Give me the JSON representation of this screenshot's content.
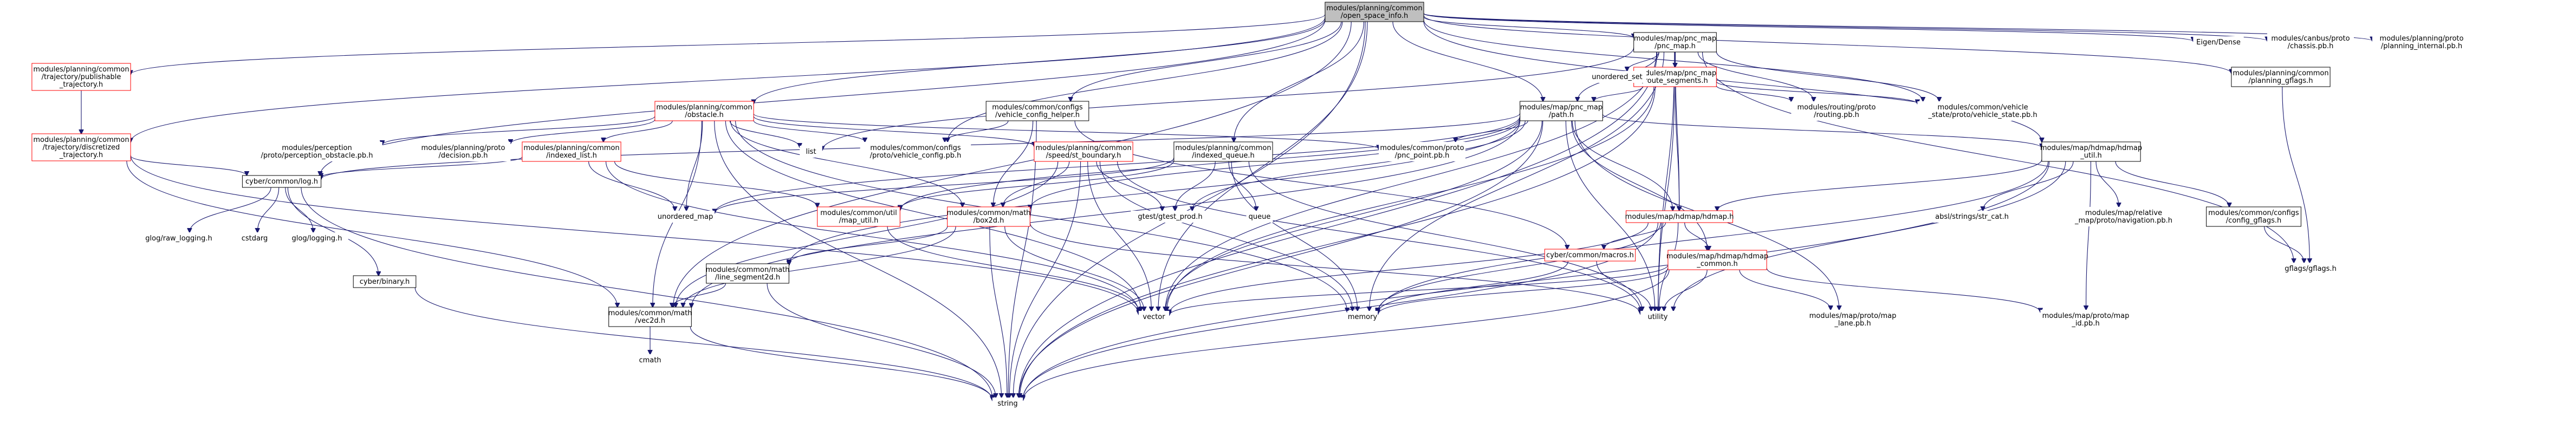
{
  "colors": {
    "edge": "#191970",
    "box_stroke": "#000000",
    "box_red": "#ff0000",
    "root_fill": "#bfbfbf",
    "fill": "#ffffff"
  },
  "nodes": [
    {
      "id": "root",
      "lines": [
        "modules/planning/common",
        "/open_space_info.h"
      ],
      "style": "root"
    },
    {
      "id": "pubtraj",
      "lines": [
        "modules/planning/common",
        "/trajectory/publishable",
        "_trajectory.h"
      ],
      "style": "red"
    },
    {
      "id": "disctraj",
      "lines": [
        "modules/planning/common",
        "/trajectory/discretized",
        "_trajectory.h"
      ],
      "style": "red"
    },
    {
      "id": "obstacle",
      "lines": [
        "modules/planning/common",
        "/obstacle.h"
      ],
      "style": "red"
    },
    {
      "id": "vehcfghelper",
      "lines": [
        "modules/common/configs",
        "/vehicle_config_helper.h"
      ],
      "style": "black"
    },
    {
      "id": "indexedqueue",
      "lines": [
        "modules/planning/common",
        "/indexed_queue.h"
      ],
      "style": "black"
    },
    {
      "id": "pncmap",
      "lines": [
        "modules/map/pnc_map",
        "/pnc_map.h"
      ],
      "style": "black"
    },
    {
      "id": "routeseg",
      "lines": [
        "modules/map/pnc_map",
        "/route_segments.h"
      ],
      "style": "red"
    },
    {
      "id": "pathh",
      "lines": [
        "modules/map/pnc_map",
        "/path.h"
      ],
      "style": "black"
    },
    {
      "id": "pgflags",
      "lines": [
        "modules/planning/common",
        "/planning_gflags.h"
      ],
      "style": "black"
    },
    {
      "id": "eigen",
      "lines": [
        "Eigen/Dense"
      ],
      "style": "none"
    },
    {
      "id": "chassis",
      "lines": [
        "modules/canbus/proto",
        "/chassis.pb.h"
      ],
      "style": "none"
    },
    {
      "id": "plinternal",
      "lines": [
        "modules/planning/proto",
        "/planning_internal.pb.h"
      ],
      "style": "none"
    },
    {
      "id": "percobs",
      "lines": [
        "modules/perception",
        "/proto/perception_obstacle.pb.h"
      ],
      "style": "none"
    },
    {
      "id": "decision",
      "lines": [
        "modules/planning/proto",
        "/decision.pb.h"
      ],
      "style": "none"
    },
    {
      "id": "indexedlist",
      "lines": [
        "modules/planning/common",
        "/indexed_list.h"
      ],
      "style": "red"
    },
    {
      "id": "list",
      "lines": [
        "list"
      ],
      "style": "none"
    },
    {
      "id": "vehcfgpb",
      "lines": [
        "modules/common/configs",
        "/proto/vehicle_config.pb.h"
      ],
      "style": "none"
    },
    {
      "id": "stboundary",
      "lines": [
        "modules/planning/common",
        "/speed/st_boundary.h"
      ],
      "style": "red"
    },
    {
      "id": "pncpoint",
      "lines": [
        "modules/common/proto",
        "/pnc_point.pb.h"
      ],
      "style": "none"
    },
    {
      "id": "unordset",
      "lines": [
        "unordered_set"
      ],
      "style": "none"
    },
    {
      "id": "routing",
      "lines": [
        "modules/routing/proto",
        "/routing.pb.h"
      ],
      "style": "none"
    },
    {
      "id": "vehstate",
      "lines": [
        "modules/common/vehicle",
        "_state/proto/vehicle_state.pb.h"
      ],
      "style": "none"
    },
    {
      "id": "hdmaputil",
      "lines": [
        "modules/map/hdmap/hdmap",
        "_util.h"
      ],
      "style": "black"
    },
    {
      "id": "cyberlog",
      "lines": [
        "cyber/common/log.h"
      ],
      "style": "black"
    },
    {
      "id": "unordmap",
      "lines": [
        "unordered_map"
      ],
      "style": "none"
    },
    {
      "id": "maputil",
      "lines": [
        "modules/common/util",
        "/map_util.h"
      ],
      "style": "red"
    },
    {
      "id": "box2d",
      "lines": [
        "modules/common/math",
        "/box2d.h"
      ],
      "style": "red"
    },
    {
      "id": "gtestprod",
      "lines": [
        "gtest/gtest_prod.h"
      ],
      "style": "none"
    },
    {
      "id": "queue",
      "lines": [
        "queue"
      ],
      "style": "none"
    },
    {
      "id": "hdmaph",
      "lines": [
        "modules/map/hdmap/hdmap.h"
      ],
      "style": "red"
    },
    {
      "id": "abslstr",
      "lines": [
        "absl/strings/str_cat.h"
      ],
      "style": "none"
    },
    {
      "id": "relmap",
      "lines": [
        "modules/map/relative",
        "_map/proto/navigation.pb.h"
      ],
      "style": "none"
    },
    {
      "id": "cfggflags",
      "lines": [
        "modules/common/configs",
        "/config_gflags.h"
      ],
      "style": "black"
    },
    {
      "id": "gflagsh",
      "lines": [
        "gflags/gflags.h"
      ],
      "style": "none"
    },
    {
      "id": "macros",
      "lines": [
        "cyber/common/macros.h"
      ],
      "style": "red"
    },
    {
      "id": "hdmapcommon",
      "lines": [
        "modules/map/hdmap/hdmap",
        "_common.h"
      ],
      "style": "red"
    },
    {
      "id": "glograw",
      "lines": [
        "glog/raw_logging.h"
      ],
      "style": "none"
    },
    {
      "id": "cstdarg",
      "lines": [
        "cstdarg"
      ],
      "style": "none"
    },
    {
      "id": "gloglog",
      "lines": [
        "glog/logging.h"
      ],
      "style": "none"
    },
    {
      "id": "cyberbinary",
      "lines": [
        "cyber/binary.h"
      ],
      "style": "black"
    },
    {
      "id": "lineseg",
      "lines": [
        "modules/common/math",
        "/line_segment2d.h"
      ],
      "style": "black"
    },
    {
      "id": "vec2d",
      "lines": [
        "modules/common/math",
        "/vec2d.h"
      ],
      "style": "black"
    },
    {
      "id": "vector",
      "lines": [
        "vector"
      ],
      "style": "none"
    },
    {
      "id": "memory",
      "lines": [
        "memory"
      ],
      "style": "none"
    },
    {
      "id": "utility",
      "lines": [
        "utility"
      ],
      "style": "none"
    },
    {
      "id": "lanepb",
      "lines": [
        "modules/map/proto/map",
        "_lane.pb.h"
      ],
      "style": "none"
    },
    {
      "id": "mapidpb",
      "lines": [
        "modules/map/proto/map",
        "_id.pb.h"
      ],
      "style": "none"
    },
    {
      "id": "cmath",
      "lines": [
        "cmath"
      ],
      "style": "none"
    },
    {
      "id": "string",
      "lines": [
        "string"
      ],
      "style": "none"
    }
  ],
  "edges": [
    [
      "root",
      "pubtraj"
    ],
    [
      "root",
      "disctraj"
    ],
    [
      "root",
      "obstacle"
    ],
    [
      "root",
      "vehcfghelper"
    ],
    [
      "root",
      "indexedqueue"
    ],
    [
      "root",
      "pncmap"
    ],
    [
      "root",
      "pathh"
    ],
    [
      "root",
      "pgflags"
    ],
    [
      "root",
      "eigen"
    ],
    [
      "root",
      "chassis"
    ],
    [
      "root",
      "plinternal"
    ],
    [
      "root",
      "vehcfgpb"
    ],
    [
      "root",
      "vehstate"
    ],
    [
      "root",
      "hdmaputil"
    ],
    [
      "root",
      "cyberlog"
    ],
    [
      "root",
      "vec2d"
    ],
    [
      "root",
      "vector"
    ],
    [
      "root",
      "string"
    ],
    [
      "pubtraj",
      "disctraj"
    ],
    [
      "disctraj",
      "cyberlog"
    ],
    [
      "disctraj",
      "vec2d"
    ],
    [
      "disctraj",
      "vector"
    ],
    [
      "obstacle",
      "percobs"
    ],
    [
      "obstacle",
      "decision"
    ],
    [
      "obstacle",
      "indexedlist"
    ],
    [
      "obstacle",
      "list"
    ],
    [
      "obstacle",
      "vehcfgpb"
    ],
    [
      "obstacle",
      "stboundary"
    ],
    [
      "obstacle",
      "pncpoint"
    ],
    [
      "obstacle",
      "unordmap"
    ],
    [
      "obstacle",
      "box2d"
    ],
    [
      "obstacle",
      "vec2d"
    ],
    [
      "obstacle",
      "vector"
    ],
    [
      "obstacle",
      "memory"
    ],
    [
      "obstacle",
      "string"
    ],
    [
      "vehcfghelper",
      "vehcfgpb"
    ],
    [
      "vehcfghelper",
      "macros"
    ],
    [
      "vehcfghelper",
      "box2d"
    ],
    [
      "vehcfghelper",
      "string"
    ],
    [
      "indexedqueue",
      "maputil"
    ],
    [
      "indexedqueue",
      "queue"
    ],
    [
      "indexedqueue",
      "unordmap"
    ],
    [
      "indexedqueue",
      "memory"
    ],
    [
      "indexedqueue",
      "utility"
    ],
    [
      "indexedqueue",
      "gtestprod"
    ],
    [
      "pncmap",
      "routeseg"
    ],
    [
      "pncmap",
      "pathh"
    ],
    [
      "pncmap",
      "unordset"
    ],
    [
      "pncmap",
      "routing"
    ],
    [
      "pncmap",
      "vehstate"
    ],
    [
      "pncmap",
      "hdmaph"
    ],
    [
      "pncmap",
      "list"
    ],
    [
      "pncmap",
      "gflagsh"
    ],
    [
      "pncmap",
      "vector"
    ],
    [
      "pncmap",
      "string"
    ],
    [
      "pncmap",
      "utility"
    ],
    [
      "pncmap",
      "memory"
    ],
    [
      "routeseg",
      "pathh"
    ],
    [
      "routeseg",
      "routing"
    ],
    [
      "routeseg",
      "vehstate"
    ],
    [
      "routeseg",
      "hdmaph"
    ],
    [
      "routeseg",
      "utility"
    ],
    [
      "routeseg",
      "vector"
    ],
    [
      "routeseg",
      "string"
    ],
    [
      "pathh",
      "pncpoint"
    ],
    [
      "pathh",
      "hdmaputil"
    ],
    [
      "pathh",
      "hdmaph"
    ],
    [
      "pathh",
      "hdmapcommon"
    ],
    [
      "pathh",
      "maputil"
    ],
    [
      "pathh",
      "box2d"
    ],
    [
      "pathh",
      "lineseg"
    ],
    [
      "pathh",
      "vec2d"
    ],
    [
      "pathh",
      "cyberlog"
    ],
    [
      "pathh",
      "unordmap"
    ],
    [
      "pathh",
      "lanepb"
    ],
    [
      "pathh",
      "vector"
    ],
    [
      "pathh",
      "string"
    ],
    [
      "pathh",
      "utility"
    ],
    [
      "pathh",
      "gtestprod"
    ],
    [
      "pgflags",
      "gflagsh"
    ],
    [
      "indexedlist",
      "maputil"
    ],
    [
      "indexedlist",
      "unordmap"
    ],
    [
      "indexedlist",
      "vector"
    ],
    [
      "indexedlist",
      "cyberlog"
    ],
    [
      "stboundary",
      "box2d"
    ],
    [
      "stboundary",
      "vec2d"
    ],
    [
      "stboundary",
      "gtestprod"
    ],
    [
      "stboundary",
      "utility"
    ],
    [
      "stboundary",
      "vector"
    ],
    [
      "stboundary",
      "string"
    ],
    [
      "stboundary",
      "memory"
    ],
    [
      "hdmaputil",
      "abslstr"
    ],
    [
      "hdmaputil",
      "relmap"
    ],
    [
      "hdmaputil",
      "cfggflags"
    ],
    [
      "hdmaputil",
      "hdmaph"
    ],
    [
      "hdmaputil",
      "mapidpb"
    ],
    [
      "hdmaputil",
      "memory"
    ],
    [
      "hdmaputil",
      "string"
    ],
    [
      "hdmaputil",
      "utility"
    ],
    [
      "cfggflags",
      "gflagsh"
    ],
    [
      "cyberlog",
      "glograw"
    ],
    [
      "cyberlog",
      "cstdarg"
    ],
    [
      "cyberlog",
      "gloglog"
    ],
    [
      "cyberlog",
      "cyberbinary"
    ],
    [
      "cyberlog",
      "string"
    ],
    [
      "maputil",
      "vector"
    ],
    [
      "box2d",
      "lineseg"
    ],
    [
      "box2d",
      "vec2d"
    ],
    [
      "box2d",
      "vector"
    ],
    [
      "box2d",
      "string"
    ],
    [
      "box2d",
      "utility"
    ],
    [
      "hdmaph",
      "macros"
    ],
    [
      "hdmaph",
      "hdmapcommon"
    ],
    [
      "hdmaph",
      "vector"
    ],
    [
      "hdmaph",
      "string"
    ],
    [
      "hdmaph",
      "utility"
    ],
    [
      "hdmaph",
      "memory"
    ],
    [
      "macros",
      "memory"
    ],
    [
      "macros",
      "utility"
    ],
    [
      "hdmapcommon",
      "lanepb"
    ],
    [
      "hdmapcommon",
      "mapidpb"
    ],
    [
      "hdmapcommon",
      "vector"
    ],
    [
      "hdmapcommon",
      "string"
    ],
    [
      "hdmapcommon",
      "utility"
    ],
    [
      "hdmapcommon",
      "memory"
    ],
    [
      "cyberbinary",
      "string"
    ],
    [
      "lineseg",
      "vec2d"
    ],
    [
      "lineseg",
      "string"
    ],
    [
      "vec2d",
      "cmath"
    ],
    [
      "vec2d",
      "string"
    ]
  ]
}
